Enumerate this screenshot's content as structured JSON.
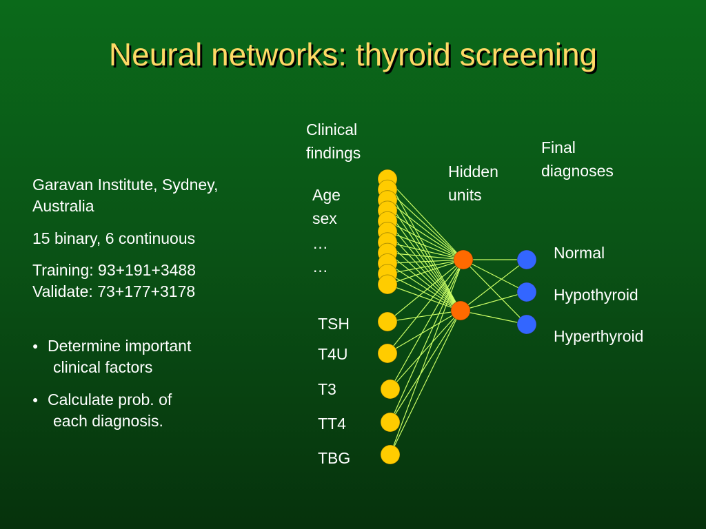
{
  "slide": {
    "title": "Neural networks: thyroid screening"
  },
  "left_panel": {
    "source_line1": "Garavan Institute, Sydney,",
    "source_line2": "Australia",
    "features": "15 binary, 6 continuous",
    "training": "Training: 93+191+3488",
    "validate": "Validate: 73+177+3178",
    "bullets": [
      {
        "line1": "Determine important",
        "line2": "clinical factors"
      },
      {
        "line1": "Calculate prob. of",
        "line2": "each diagnosis."
      }
    ]
  },
  "diagram": {
    "headings": {
      "clinical_1": "Clinical",
      "clinical_2": "findings",
      "hidden_1": "Hidden",
      "hidden_2": "units",
      "final_1": "Final",
      "final_2": "diagnoses"
    },
    "binary_labels": [
      "Age",
      "sex",
      "…",
      "…"
    ],
    "continuous_inputs": [
      "TSH",
      "T4U",
      "T3",
      "TT4",
      "TBG"
    ],
    "outputs": [
      "Normal",
      "Hypothyroid",
      "Hyperthyroid"
    ],
    "colors": {
      "input_node": "#ffcc00",
      "hidden_node": "#ff6a00",
      "output_node": "#3366ff",
      "connection": "#ccff66",
      "title": "#ffd966"
    }
  }
}
